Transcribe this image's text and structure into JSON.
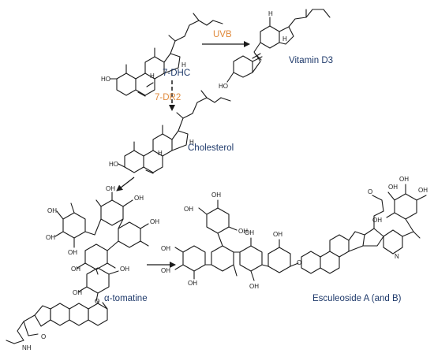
{
  "compounds": {
    "dhc": "7-DHC",
    "vitd3": "Vitamin D3",
    "cholesterol": "Cholesterol",
    "tomatine": "α-tomatine",
    "esculeoside": "Esculeoside A (and B)"
  },
  "enzymes": {
    "uvb": "UVB",
    "dr2": "7-DR2"
  },
  "atoms": {
    "ho": "HO",
    "oh": "OH",
    "h": "H",
    "o": "O",
    "nh": "NH",
    "n": "N"
  },
  "colors": {
    "compound_label": "#1f3a6b",
    "enzyme_label": "#e08a3c",
    "bond": "#1a1a1a"
  }
}
